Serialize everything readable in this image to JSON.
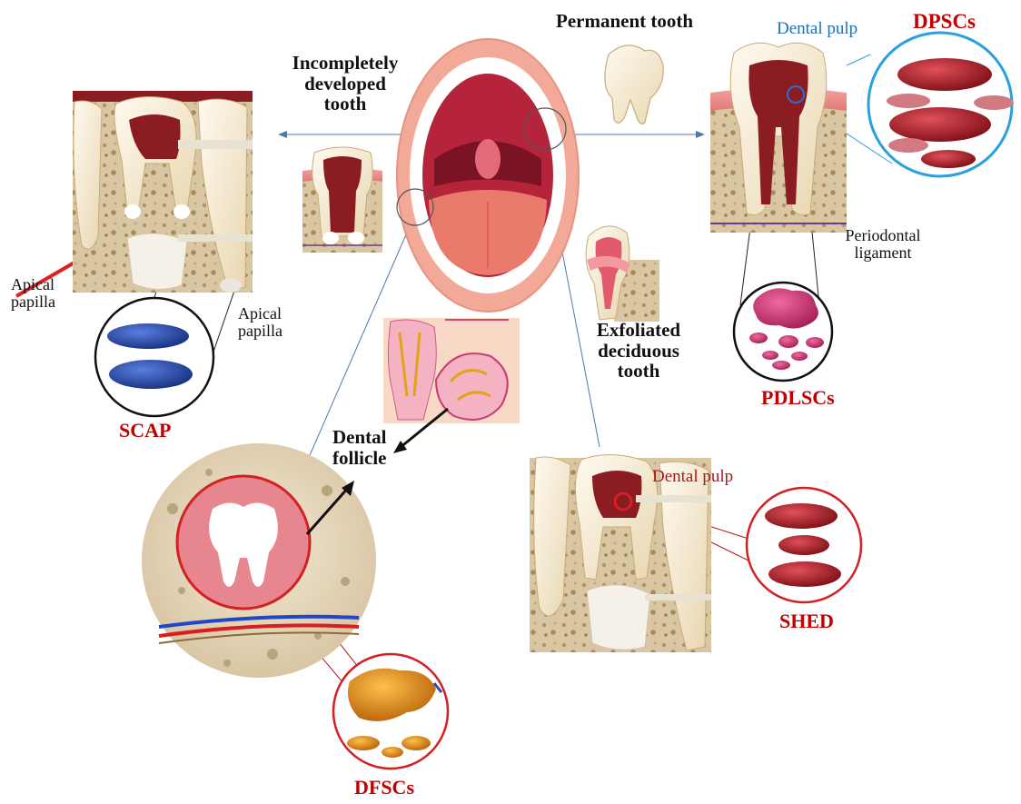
{
  "labels": {
    "permanent_tooth": "Permanent tooth",
    "dental_pulp_top": "Dental pulp",
    "dpscs": "DPSCs",
    "incompletely_1": "Incompletely",
    "incompletely_2": "developed",
    "incompletely_3": "tooth",
    "apical_papilla_left_1": "Apical",
    "apical_papilla_left_2": "papilla",
    "apical_papilla_right_1": "Apical",
    "apical_papilla_right_2": "papilla",
    "scap": "SCAP",
    "periodontal_1": "Periodontal",
    "periodontal_2": "ligament",
    "pdlscs": "PDLSCs",
    "exfoliated_1": "Exfoliated",
    "exfoliated_2": "deciduous",
    "exfoliated_3": "tooth",
    "dental_follicle_1": "Dental",
    "dental_follicle_2": "follicle",
    "dental_pulp_shed": "Dental pulp",
    "shed": "SHED",
    "dfscs": "DFSCs"
  },
  "colors": {
    "label_red": "#c00000",
    "pulp_blue": "#1f6fb5",
    "dpsc_cells": "#a3161e",
    "scap_cells": "#1d3f9e",
    "pdlsc_cells": "#c8326a",
    "dfsc_cells": "#e08a12",
    "circle_blue": "#2aa0dc",
    "circle_red": "#d32020"
  },
  "icons": [
    "mouth-illustration",
    "permanent-tooth-icon",
    "tooth-cross-section",
    "stem-cell-cluster",
    "molar-icon"
  ]
}
